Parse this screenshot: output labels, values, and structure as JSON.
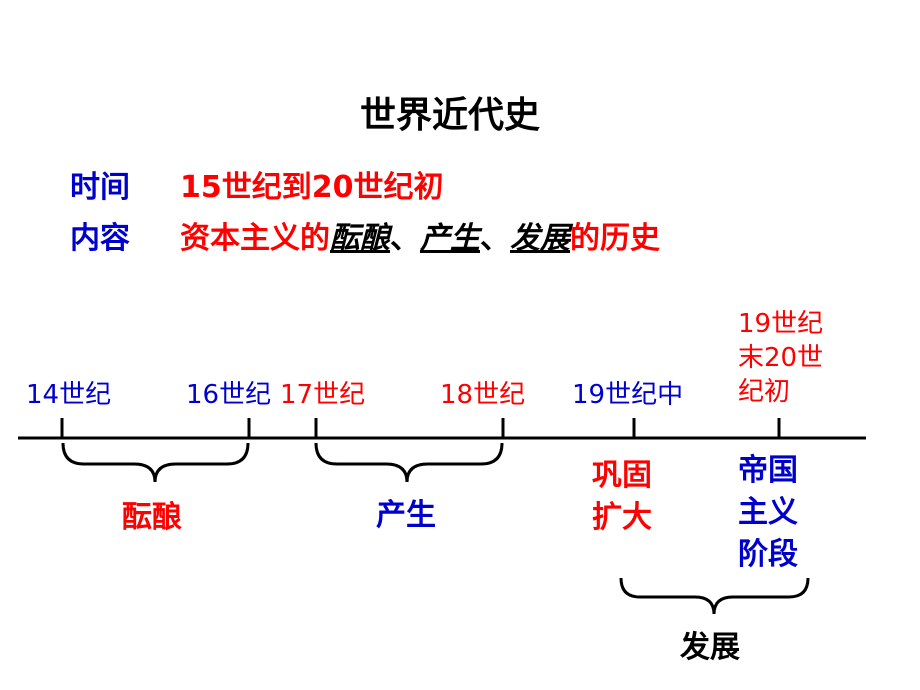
{
  "title": "世界近代史",
  "info": {
    "time_label": "时间",
    "time_value": "15世纪到20世纪初",
    "content_label": "内容",
    "content_prefix": "资本主义的",
    "term1": "酝酿",
    "sep1": "、",
    "term2": "产生",
    "sep2": "、",
    "term3": "发展",
    "content_suffix": "的历史"
  },
  "timeline": {
    "ticks": {
      "t14": "14世纪",
      "t16": "16世纪",
      "t17": "17世纪",
      "t18": "18世纪",
      "t19mid": "19世纪中",
      "t19end": [
        "19世纪",
        "末20世",
        "纪初"
      ]
    },
    "stages": {
      "brew": "酝酿",
      "birth": "产生",
      "consolidate": [
        "巩固",
        "扩大"
      ],
      "imperialism": [
        "帝国",
        "主义",
        "阶段"
      ],
      "develop": "发展"
    }
  },
  "colors": {
    "blue": "#0000cc",
    "red": "#ff0000",
    "black": "#000000"
  }
}
